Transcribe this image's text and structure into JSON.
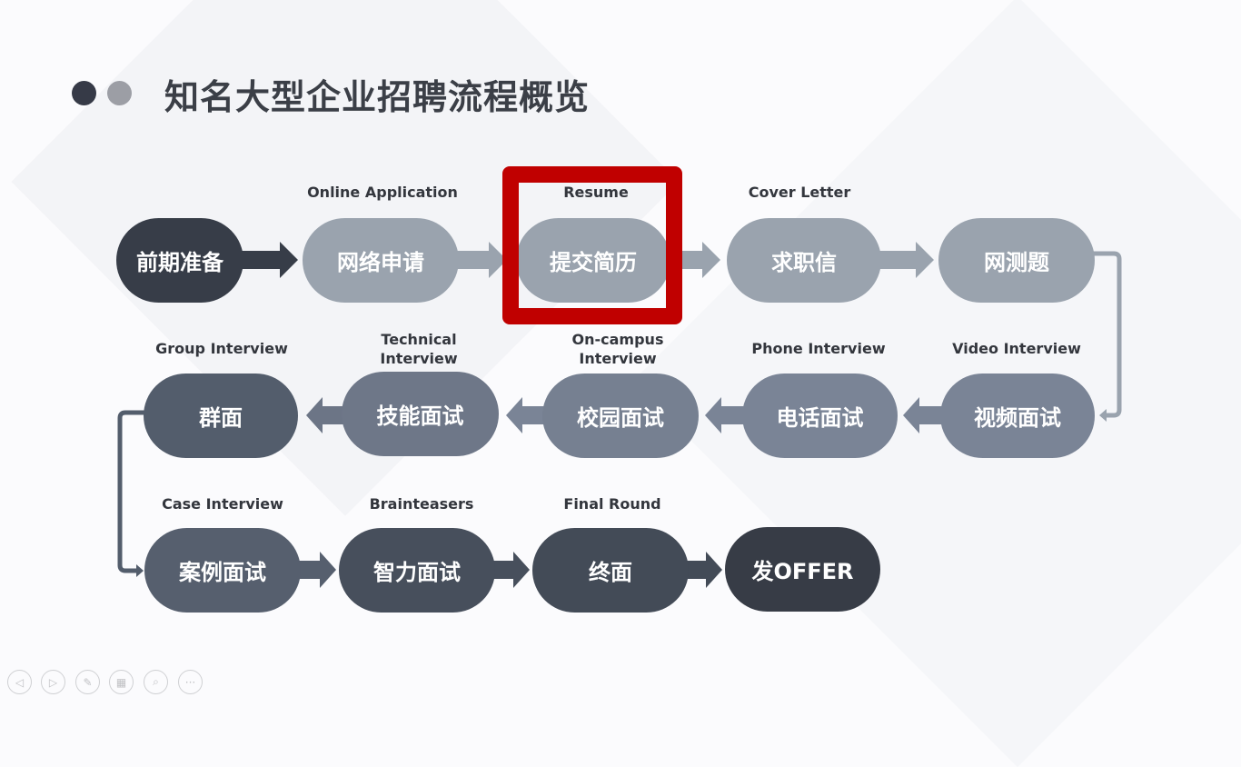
{
  "slide": {
    "title": "知名大型企业招聘流程概览",
    "row1": [
      {
        "label": "",
        "text": "前期准备"
      },
      {
        "label": "Online Application",
        "text": "网络申请"
      },
      {
        "label": "Resume",
        "text": "提交简历"
      },
      {
        "label": "Cover Letter",
        "text": "求职信"
      },
      {
        "label": "",
        "text": "网测题"
      }
    ],
    "row2": [
      {
        "label": "Video Interview",
        "text": "视频面试"
      },
      {
        "label": "Phone Interview",
        "text": "电话面试"
      },
      {
        "label": "On-campus Interview",
        "text": "校园面试"
      },
      {
        "label": "Technical Interview",
        "text": "技能面试"
      },
      {
        "label": "Group Interview",
        "text": "群面"
      }
    ],
    "row3": [
      {
        "label": "Case Interview",
        "text": "案例面试"
      },
      {
        "label": "Brainteasers",
        "text": "智力面试"
      },
      {
        "label": "Final Round",
        "text": "终面"
      },
      {
        "label": "",
        "text": "发OFFER"
      }
    ],
    "highlight_color": "#c00000"
  },
  "controls": {
    "prev": "◁",
    "next": "▷",
    "pen": "✎",
    "slides": "▦",
    "zoom": "⌕",
    "more": "···"
  }
}
